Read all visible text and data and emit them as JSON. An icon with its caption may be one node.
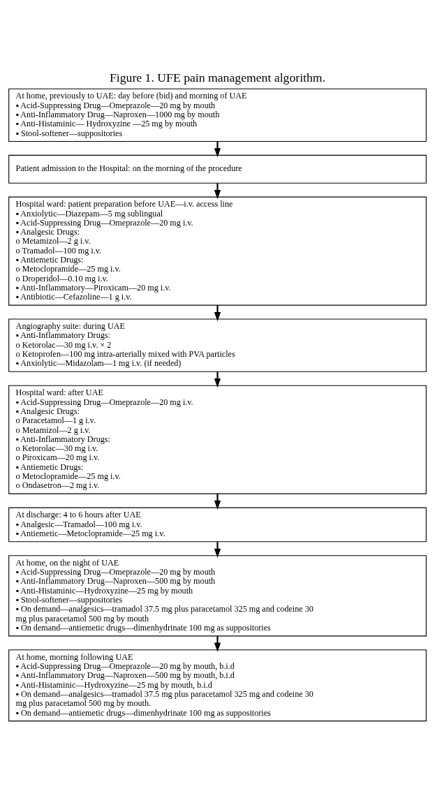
{
  "diagram": {
    "title": "Figure 1. UFE pain management algorithm.",
    "nodes": [
      {
        "text": [
          "At home, previously to UAE: day before (bid) and morning of UAE",
          "▪ Acid-Suppressing Drug—Omeprazole—20 mg by mouth",
          "▪ Anti-Inflammatory Drug—Naproxen—1000 mg by mouth",
          "▪ Anti-Histaminic— Hydroxyzine —25 mg by mouth",
          "▪ Stool-softener—suppositories"
        ]
      },
      {
        "text": [
          "Patient admission to the Hospital: on the morning of the procedure"
        ]
      },
      {
        "text": [
          "Hospital ward: patient preparation before UAE—i.v. access line",
          "▪ Anxiolytic—Diazepam—5 mg sublingual",
          "▪ Acid-Suppressing Drug—Omeprazole—20 mg i.v.",
          "▪ Analgesic Drugs:",
          "o Metamizol—2 g i.v.",
          "o Tramadol—100 mg i.v.",
          "▪ Antiemetic Drugs:",
          "o Metoclopramide—25 mg i.v.",
          "o Droperidol—0.10 mg i.v.",
          "▪ Anti-Inflammatory—Piroxicam—20 mg i.v.",
          "▪ Antibiotic—Cefazoline—1 g i.v."
        ]
      },
      {
        "text": [
          "Angiography suite: during UAE",
          "▪ Anti-Inflammatory Drugs:",
          "o Ketorolac—30 mg i.v. × 2",
          "o Ketoprofen—100 mg intra-arterially mixed with PVA particles",
          "▪ Anxiolytic—Midazolam—1 mg i.v. (if needed)"
        ]
      },
      {
        "text": [
          "Hospital ward: after UAE",
          "▪ Acid-Suppressing Drug—Omeprazole—20 mg i.v.",
          "▪ Analgesic Drugs:",
          "o Paracetamol—1 g i.v.",
          "o Metamizol—2 g i.v.",
          "▪ Anti-Inflammatory Drugs:",
          "o Ketorolac—30 mg i.v.",
          "o Piroxicam—20 mg i.v.",
          "▪ Antiemetic Drugs:",
          "o Metoclopramide—25 mg i.v.",
          "o Ondasetron—2 mg i.v."
        ]
      },
      {
        "text": [
          "At discharge: 4 to 6 hours after UAE",
          "▪ Analgesic—Tramadol—100 mg i.v.",
          "▪ Antiemetic—Metoclopramide—25 mg i.v."
        ]
      },
      {
        "text": [
          "At home, on the night of UAE",
          "▪ Acid-Suppressing Drug—Omeprazole—20 mg by mouth",
          "▪ Anti-Inflammatory Drug—Naproxen—500 mg by mouth",
          "▪ Anti-Histaminic—Hydroxyzine—25 mg by mouth",
          "▪ Stool-softener—suppositories",
          "▪ On demand—analgesics—tramadol 37.5 mg plus paracetamol 325 mg and codeine 30 mg plus paracetamol 500 mg by mouth",
          "▪ On demand—antiemetic drugs—dimenhydrinate 100 mg as suppositories"
        ]
      },
      {
        "text": [
          "At home, morning following UAE",
          "▪ Acid-Suppressing Drug—Omeprazole—20 mg by mouth, b.i.d",
          "▪ Anti-Inflammatory Drug—Naproxen—500 mg by mouth, b.i.d",
          "▪ Anti-Histaminic—Hydroxyzine—25 mg by mouth, b.i.d",
          "▪ On demand—analgesics—tramadol 37.5 mg plus paracetamol 325 mg and codeine 30 mg plus paracetamol 500 mg by mouth.",
          "▪ On demand—antiemetic drugs—dimenhydrinate 100 mg as suppositories"
        ]
      }
    ],
    "edges": [
      {
        "from": 0,
        "to": 1,
        "arrow": "to"
      },
      {
        "from": 1,
        "to": 2,
        "arrow": "to"
      },
      {
        "from": 2,
        "to": 3,
        "arrow": "to"
      },
      {
        "from": 3,
        "to": 4,
        "arrow": "to"
      },
      {
        "from": 4,
        "to": 5,
        "arrow": "to"
      },
      {
        "from": 5,
        "to": 6,
        "arrow": "to"
      },
      {
        "from": 6,
        "to": 7,
        "arrow": "to"
      }
    ]
  }
}
